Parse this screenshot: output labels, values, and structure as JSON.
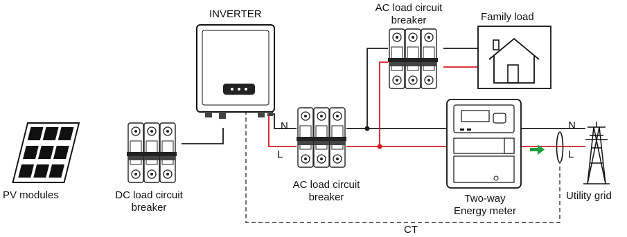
{
  "labels": {
    "inverter": "INVERTER",
    "pv_modules": "PV modules",
    "dc_breaker_line1": "DC load circuit",
    "dc_breaker_line2": "breaker",
    "ac_breaker_top_line1": "AC load circuit",
    "ac_breaker_top_line2": "breaker",
    "family_load": "Family load",
    "ac_breaker_mid_line1": "AC load circuit",
    "ac_breaker_mid_line2": "breaker",
    "meter_line1": "Two-way",
    "meter_line2": "Energy meter",
    "utility_grid": "Utility grid",
    "ct": "CT",
    "n_left": "N",
    "l_left": "L",
    "n_right": "N",
    "l_right": "L"
  },
  "colors": {
    "line_wire": "#d7191f",
    "neutral_wire": "#1a1a1a",
    "ct_dashed": "#333333",
    "flow_arrow": "#1f9d3a"
  },
  "icons": [
    "solar-panel-icon",
    "breaker-icon",
    "inverter-icon",
    "house-icon",
    "energy-meter-icon",
    "transmission-tower-icon",
    "current-transformer-icon",
    "arrow-right-icon"
  ]
}
